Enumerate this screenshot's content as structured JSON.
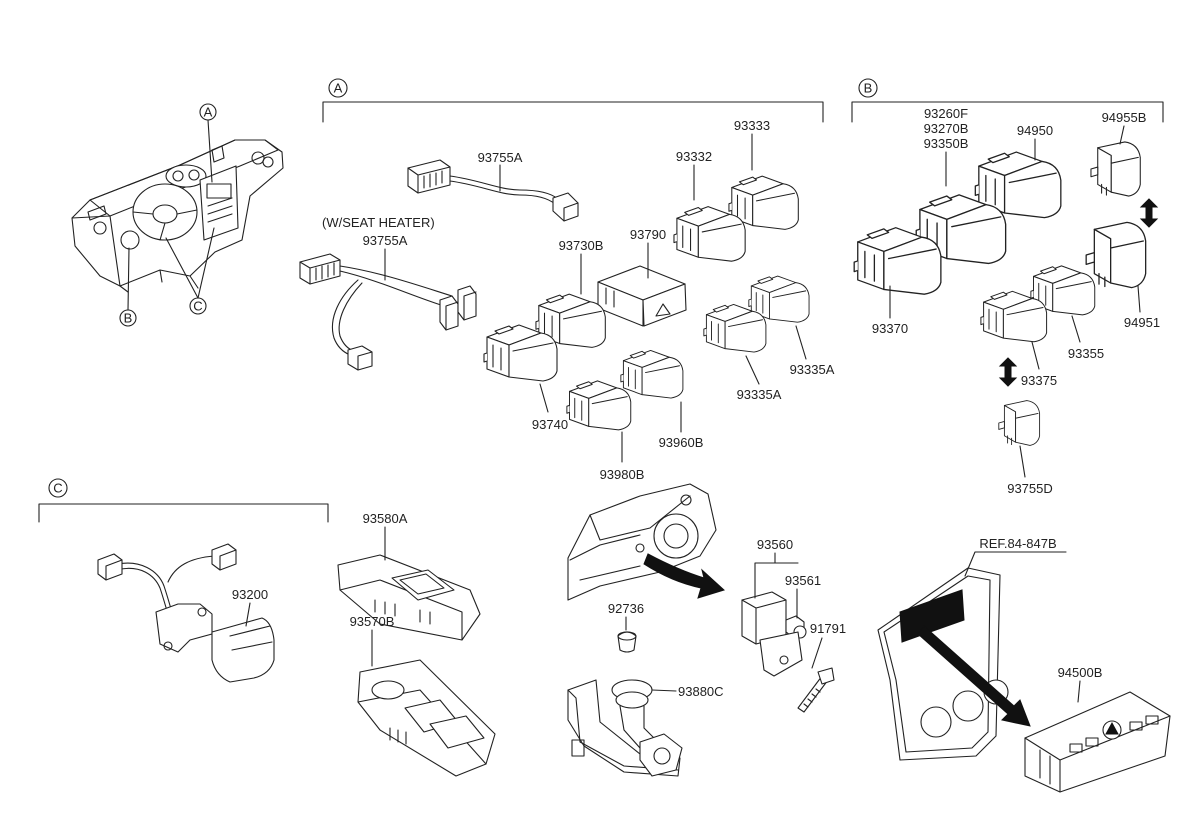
{
  "overview": {
    "callout_a": "A",
    "callout_b": "B",
    "callout_c": "C"
  },
  "section_a": {
    "marker": "A",
    "harness_label": "93755A",
    "seat_heater_note": "(W/SEAT HEATER)",
    "seat_heater_harness_label": "93755A",
    "switch_93730b": "93730B",
    "hazard_switch": "93790",
    "switch_93332": "93332",
    "switch_93333": "93333",
    "switch_93740": "93740",
    "switch_93980b": "93980B",
    "switch_93960b": "93960B",
    "switch_93335a_lower": "93335A",
    "switch_93335a_upper": "93335A"
  },
  "section_b": {
    "marker": "B",
    "switch_group_labels": [
      "93260F",
      "93270B",
      "93350B"
    ],
    "switch_94950": "94950",
    "cap_94955b": "94955B",
    "switch_93370": "93370",
    "cap_94951": "94951",
    "switch_93355": "93355",
    "switch_93375": "93375",
    "cap_93755d": "93755D"
  },
  "section_c": {
    "marker": "C",
    "switch_93200": "93200"
  },
  "door_trim": {
    "window_switch_panel": "93580A",
    "power_window_switch": "93570B"
  },
  "door_area": {
    "grommet": "92736",
    "socket_bracket": "93880C",
    "door_switch_assy": "93560",
    "door_switch": "93561",
    "screw": "91791"
  },
  "center_fascia": {
    "reference": "REF.84-847B",
    "switch_module": "94500B"
  }
}
